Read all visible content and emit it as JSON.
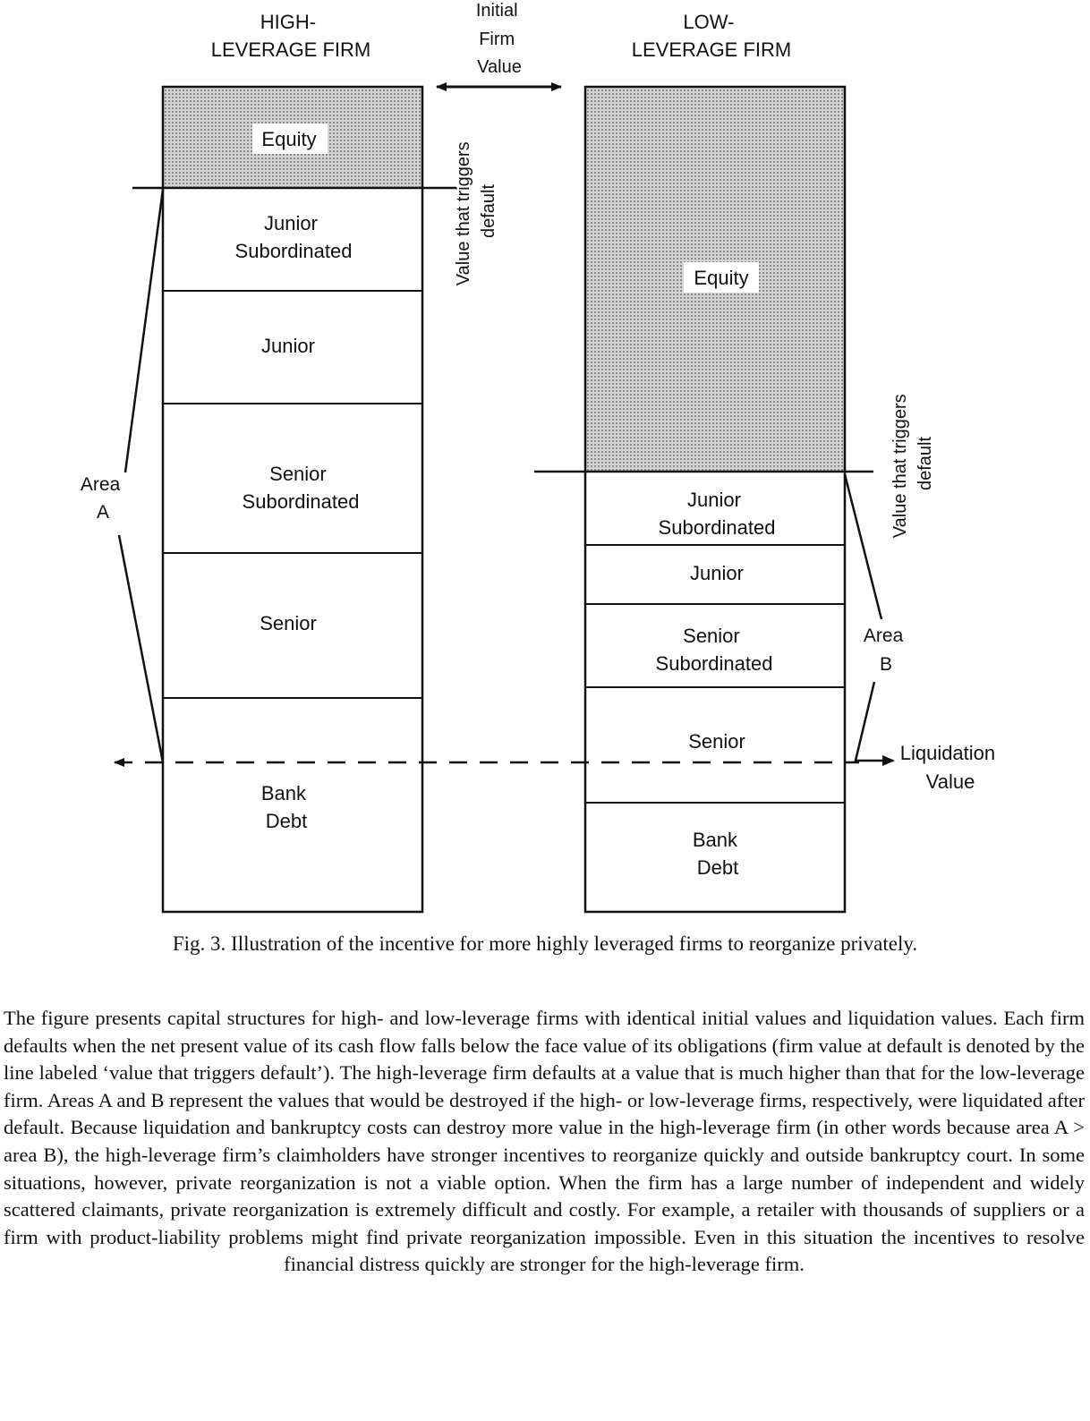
{
  "diagram": {
    "high_title": [
      "HIGH-",
      "LEVERAGE FIRM"
    ],
    "low_title": [
      "LOW-",
      "LEVERAGE FIRM"
    ],
    "initial_value": [
      "Initial",
      "Firm",
      "Value"
    ],
    "trigger_label": [
      "Value that triggers",
      "default"
    ],
    "liquidation_label": [
      "Liquidation",
      "Value"
    ],
    "area_a": [
      "Area",
      "A"
    ],
    "area_b": [
      "Area",
      "B"
    ],
    "high_segments": [
      {
        "label": [
          "Equity"
        ],
        "shaded": true
      },
      {
        "label": [
          "Junior",
          "Subordinated"
        ],
        "shaded": false
      },
      {
        "label": [
          "Junior"
        ],
        "shaded": false
      },
      {
        "label": [
          "Senior",
          "Subordinated"
        ],
        "shaded": false
      },
      {
        "label": [
          "Senior"
        ],
        "shaded": false
      },
      {
        "label": [
          "Bank",
          "Debt"
        ],
        "shaded": false
      }
    ],
    "low_segments": [
      {
        "label": [
          "Equity"
        ],
        "shaded": true
      },
      {
        "label": [
          "Junior",
          "Subordinated"
        ],
        "shaded": false
      },
      {
        "label": [
          "Junior"
        ],
        "shaded": false
      },
      {
        "label": [
          "Senior",
          "Subordinated"
        ],
        "shaded": false
      },
      {
        "label": [
          "Senior"
        ],
        "shaded": false
      },
      {
        "label": [
          "Bank",
          "Debt"
        ],
        "shaded": false
      }
    ]
  },
  "caption": "Fig. 3.  Illustration of the incentive for more highly leveraged firms to reorganize privately.",
  "description": "The figure presents capital structures for high- and low-leverage firms with identical initial values and liquidation values. Each firm defaults when the net present value of its cash flow falls below the face value of its obligations (firm value at default is denoted by the line labeled ‘value that triggers default’). The high-leverage firm defaults at a value that is much higher  than that for the low-leverage firm. Areas A and B represent the values that would be destroyed if the high- or low-leverage firms, respectively, were liquidated after default. Because liquidation and bankruptcy costs can destroy more value in the high-leverage firm (in other words because area A > area B), the high-leverage firm’s claimholders have stronger incentives to reorganize quickly and outside bankruptcy court. In some situations, however, private reorganization is not a viable option. When the firm has a large number of independent and widely scattered claimants, private reorganization is extremely difficult and costly. For example, a retailer with thousands of suppliers or a firm with product-liability problems might find private reorganization impossible. Even in this situation the incentives to resolve financial distress quickly are stronger for the high-leverage firm."
}
